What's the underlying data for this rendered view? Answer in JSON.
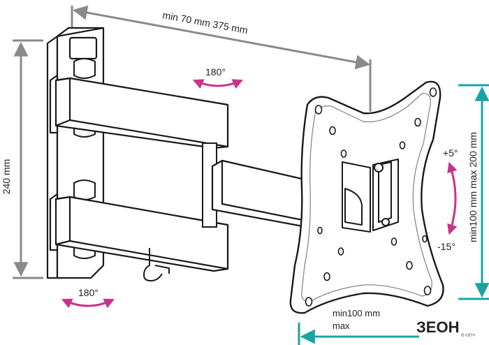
{
  "dimensions": {
    "depth": "min 70 mm 375 mm",
    "height": "240 mm",
    "vesa_vertical": "min100 mm max 200 mm",
    "vesa_horizontal_min": "min100 mm",
    "vesa_horizontal_max": "max"
  },
  "rotation": {
    "swivel_top": "180°",
    "swivel_bottom": "180°",
    "tilt_up": "+5°",
    "tilt_down": "-15°"
  },
  "watermark": {
    "logo": "ЗЕОН",
    "sublabel": "e-on+"
  },
  "colors": {
    "line": "#1a1a1a",
    "dim_gray": "#8a8a8a",
    "dim_teal": "#1aa3a3",
    "arrow_magenta": "#c8338a"
  }
}
